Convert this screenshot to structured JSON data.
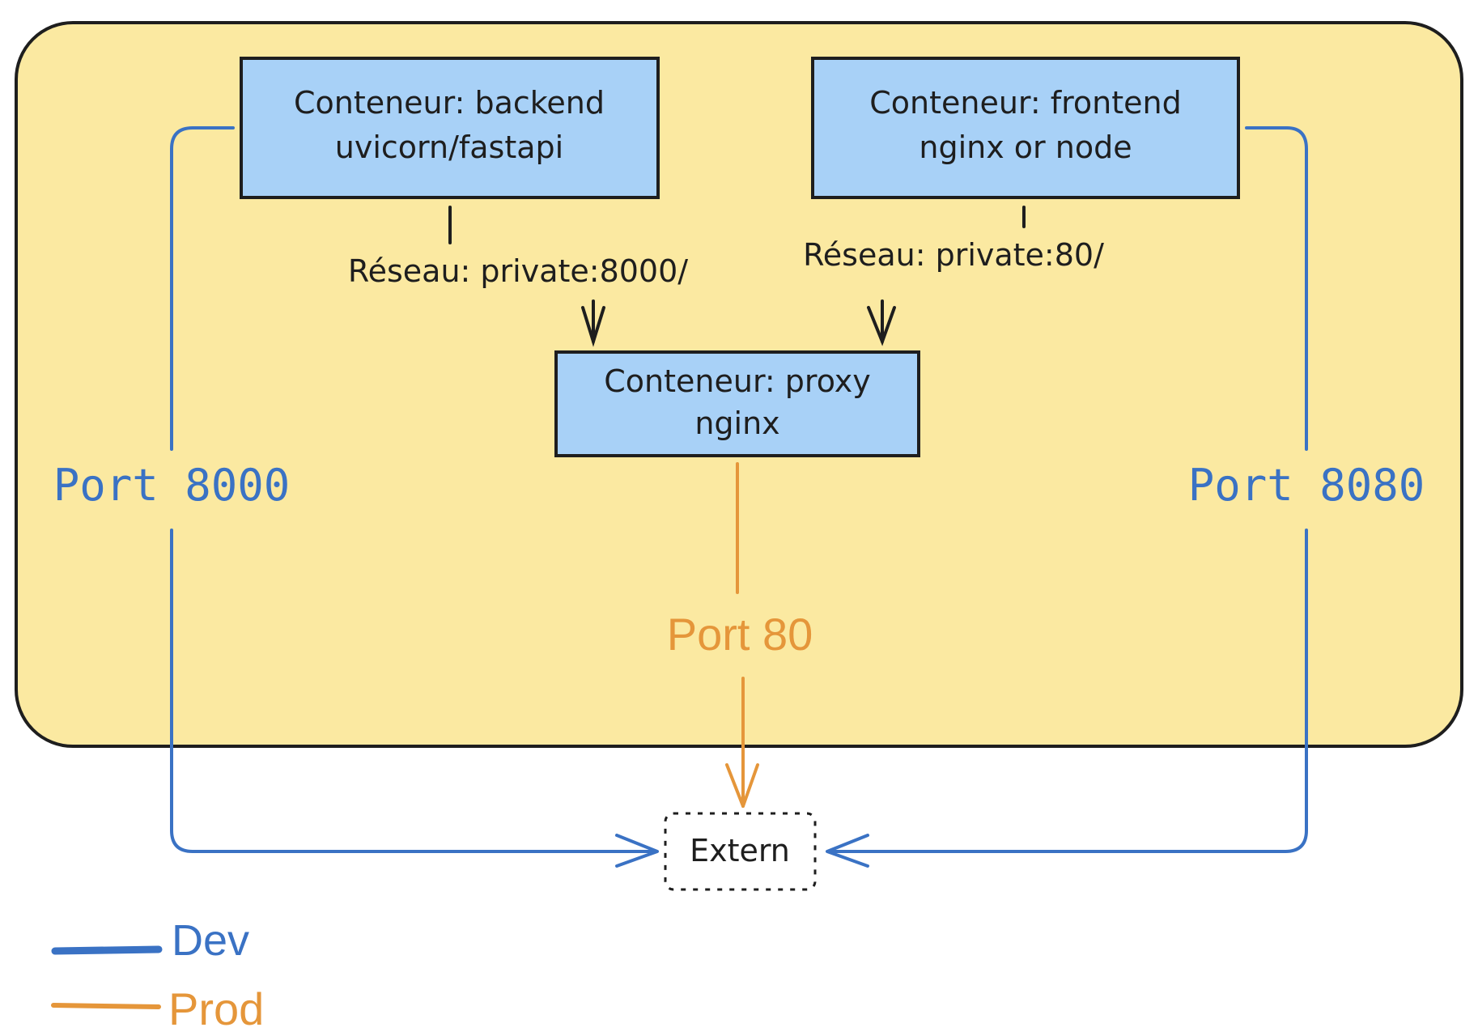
{
  "colors": {
    "zone_fill": "#fbe9a1",
    "box_fill": "#a8d1f7",
    "stroke": "#1e1e1e",
    "dev": "#3a72c4",
    "prod": "#e5963a"
  },
  "nodes": {
    "backend": {
      "line1": "Conteneur: backend",
      "line2": "uvicorn/fastapi"
    },
    "frontend": {
      "line1": "Conteneur: frontend",
      "line2": "nginx or node"
    },
    "proxy": {
      "line1": "Conteneur: proxy",
      "line2": "nginx"
    },
    "extern": {
      "label": "Extern"
    }
  },
  "edges": {
    "backend_to_proxy": "Réseau: private:8000/",
    "frontend_to_proxy": "Réseau: private:80/",
    "dev_backend_port": "Port 8000",
    "dev_frontend_port": "Port 8080",
    "prod_proxy_port": "Port 80"
  },
  "legend": {
    "dev": "Dev",
    "prod": "Prod"
  }
}
